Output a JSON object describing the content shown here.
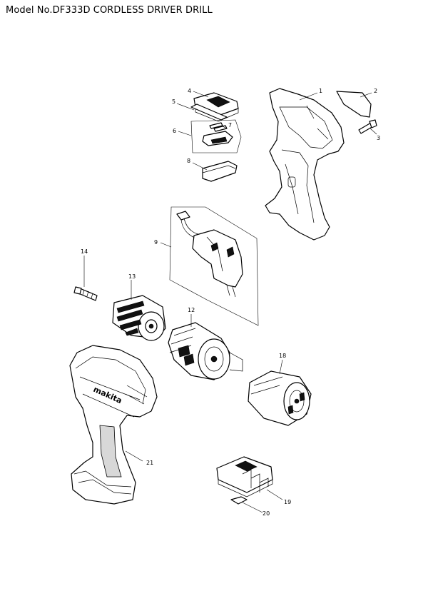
{
  "title": "Model No.DF333D CORDLESS DRIVER DRILL",
  "callouts": [
    "1",
    "2",
    "3",
    "4",
    "5",
    "6",
    "7",
    "8",
    "9",
    "12",
    "13",
    "14",
    "18",
    "19",
    "20",
    "21"
  ],
  "brand_text": "makita"
}
